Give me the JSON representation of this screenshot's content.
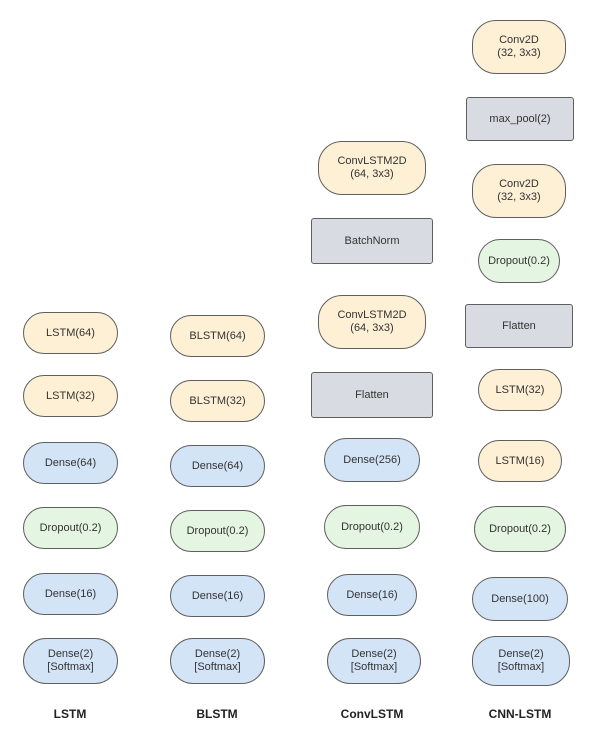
{
  "columns": [
    {
      "label": "LSTM",
      "nodes": [
        {
          "text": "LSTM(64)",
          "kind": "yellow"
        },
        {
          "text": "LSTM(32)",
          "kind": "yellow"
        },
        {
          "text": "Dense(64)",
          "kind": "blue"
        },
        {
          "text": "Dropout(0.2)",
          "kind": "green"
        },
        {
          "text": "Dense(16)",
          "kind": "blue"
        },
        {
          "text": "Dense(2)\n[Softmax]",
          "kind": "blue"
        }
      ]
    },
    {
      "label": "BLSTM",
      "nodes": [
        {
          "text": "BLSTM(64)",
          "kind": "yellow"
        },
        {
          "text": "BLSTM(32)",
          "kind": "yellow"
        },
        {
          "text": "Dense(64)",
          "kind": "blue"
        },
        {
          "text": "Dropout(0.2)",
          "kind": "green"
        },
        {
          "text": "Dense(16)",
          "kind": "blue"
        },
        {
          "text": "Dense(2)\n[Softmax]",
          "kind": "blue"
        }
      ]
    },
    {
      "label": "ConvLSTM",
      "nodes": [
        {
          "text": "ConvLSTM2D\n(64, 3x3)",
          "kind": "yellow"
        },
        {
          "text": "BatchNorm",
          "kind": "gray"
        },
        {
          "text": "ConvLSTM2D\n(64, 3x3)",
          "kind": "yellow"
        },
        {
          "text": "Flatten",
          "kind": "gray"
        },
        {
          "text": "Dense(256)",
          "kind": "blue"
        },
        {
          "text": "Dropout(0.2)",
          "kind": "green"
        },
        {
          "text": "Dense(16)",
          "kind": "blue"
        },
        {
          "text": "Dense(2)\n[Softmax]",
          "kind": "blue"
        }
      ]
    },
    {
      "label": "CNN-LSTM",
      "nodes": [
        {
          "text": "Conv2D\n(32, 3x3)",
          "kind": "yellow"
        },
        {
          "text": "max_pool(2)",
          "kind": "gray"
        },
        {
          "text": "Conv2D\n(32, 3x3)",
          "kind": "yellow"
        },
        {
          "text": "Dropout(0.2)",
          "kind": "green"
        },
        {
          "text": "Flatten",
          "kind": "gray"
        },
        {
          "text": "LSTM(32)",
          "kind": "yellow"
        },
        {
          "text": "LSTM(16)",
          "kind": "yellow"
        },
        {
          "text": "Dropout(0.2)",
          "kind": "green"
        },
        {
          "text": "Dense(100)",
          "kind": "blue"
        },
        {
          "text": "Dense(2)\n[Softmax]",
          "kind": "blue"
        }
      ]
    }
  ],
  "colors": {
    "yellow": "#fdf0d5",
    "blue": "#d4e4f7",
    "green": "#e4f5e1",
    "gray": "#d8dce2",
    "border": "#5f5f5f"
  }
}
